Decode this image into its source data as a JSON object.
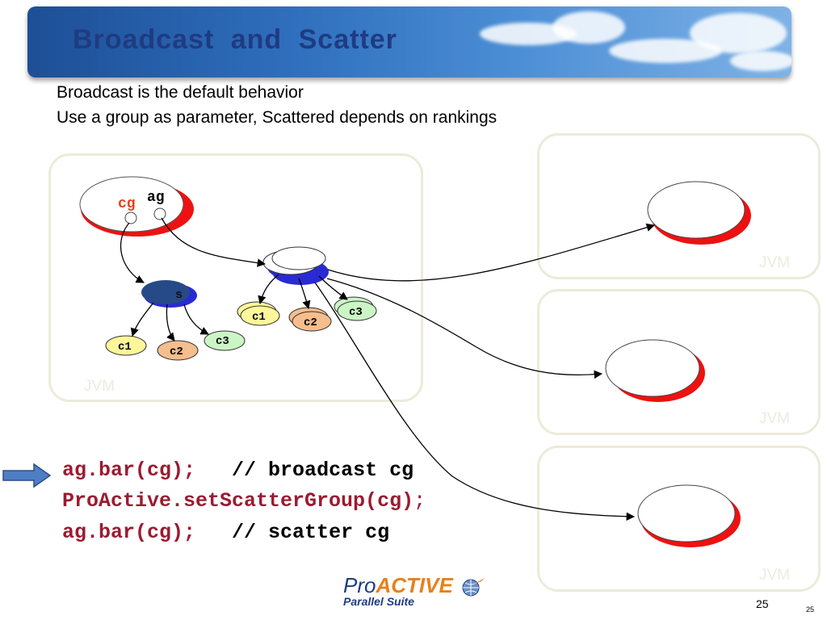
{
  "title": "Broadcast  and  Scatter",
  "intro": {
    "line1": "Broadcast is the default behavior",
    "line2": "Use a group as parameter, Scattered depends on rankings"
  },
  "diagram": {
    "jvm_label": "JVM",
    "object_labels": {
      "cg": "cg",
      "ag": "ag",
      "s": "s",
      "c1": "c1",
      "c2": "c2",
      "c3": "c3"
    },
    "colors": {
      "shadow_red": "#ee1111",
      "group_blue": "#2a2ad4",
      "dark_node": "#264a87",
      "c1_fill": "#fdf79a",
      "c2_fill": "#f6bd8d",
      "c3_fill": "#ccf5c6",
      "cg_red": "#e0441b"
    }
  },
  "code": {
    "line1": {
      "code": "ag.bar(cg);",
      "comment": "// broadcast cg"
    },
    "line2": {
      "code": "ProActive.setScatterGroup(cg)",
      "semicolon": ";"
    },
    "line3": {
      "code": "ag.bar(cg);",
      "comment": "// scatter cg"
    }
  },
  "logo": {
    "main_pro": "Pro",
    "main_active": "ACTIVE",
    "sub": "Parallel Suite"
  },
  "page_number": "25",
  "page_number_small": "25"
}
